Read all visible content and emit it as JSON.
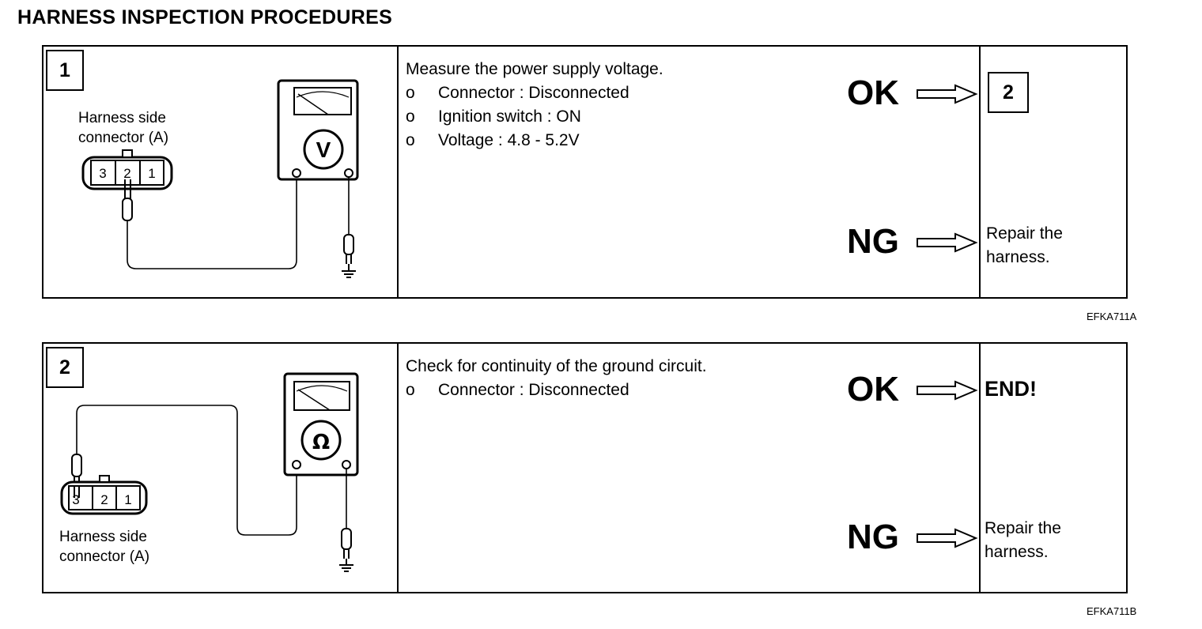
{
  "title": "HARNESS INSPECTION PROCEDURES",
  "steps": [
    {
      "number": "1",
      "connector_label": [
        "Harness side",
        "connector (A)"
      ],
      "pins": [
        "3",
        "2",
        "1"
      ],
      "meter_symbol": "V",
      "meter_icon": "voltmeter-icon",
      "instruction": "Measure the power supply voltage.",
      "bullets": [
        {
          "mark": "o",
          "text": "Connector : Disconnected"
        },
        {
          "mark": "o",
          "text": "Ignition switch : ON"
        },
        {
          "mark": "o",
          "text": "Voltage : 4.8 - 5.2V"
        }
      ],
      "ok": {
        "label": "OK",
        "result": "2"
      },
      "ng": {
        "label": "NG",
        "result": [
          "Repair the",
          "harness."
        ]
      },
      "code": "EFKA711A"
    },
    {
      "number": "2",
      "connector_label": [
        "Harness side",
        "connector (A)"
      ],
      "pins": [
        "3",
        "2",
        "1"
      ],
      "meter_symbol": "Ω",
      "meter_icon": "ohmmeter-icon",
      "instruction": "Check for continuity of the ground circuit.",
      "bullets": [
        {
          "mark": "o",
          "text": "Connector : Disconnected"
        }
      ],
      "ok": {
        "label": "OK",
        "result": "END!"
      },
      "ng": {
        "label": "NG",
        "result": [
          "Repair the",
          "harness."
        ]
      },
      "code": "EFKA711B"
    }
  ]
}
